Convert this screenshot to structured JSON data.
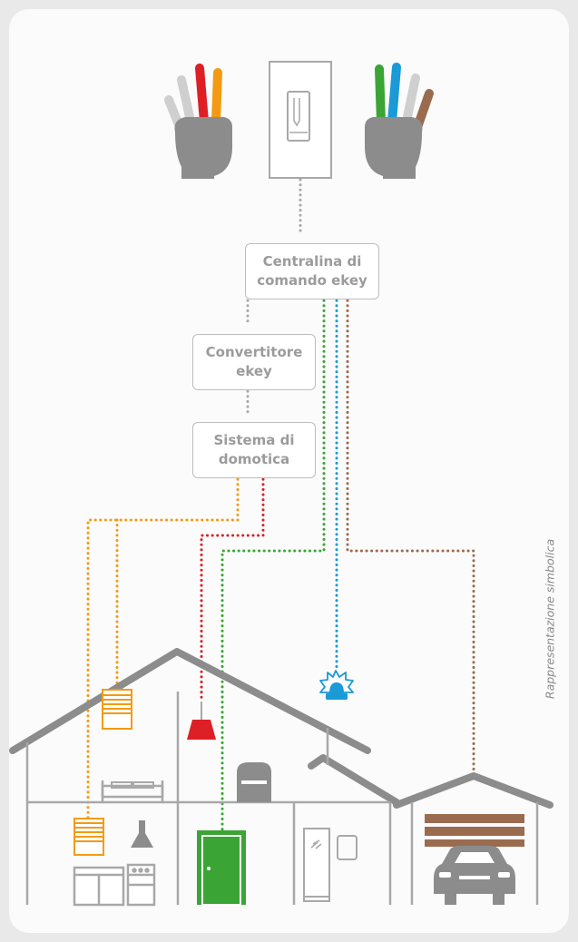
{
  "boxes": {
    "central": [
      "Centralina di",
      "comando ekey"
    ],
    "converter": [
      "Convertitore",
      "ekey"
    ],
    "domotica": [
      "Sistema di",
      "domotica"
    ]
  },
  "caption": "Rappresentazione simbolica",
  "colors": {
    "gray": "#a8a8a8",
    "dark_gray": "#8c8c8c",
    "orange": "#f39a12",
    "red": "#dd1f26",
    "green": "#3aa535",
    "blue": "#1a9ad6",
    "brown": "#9b6b4f",
    "finger_light": "#cfcfcf"
  },
  "fingers": {
    "left_hand": [
      "finger_light",
      "finger_light",
      "red",
      "orange"
    ],
    "right_hand": [
      "green",
      "blue",
      "finger_light",
      "brown"
    ]
  },
  "icons": [
    "hand-left-icon",
    "fingerprint-reader-icon",
    "hand-right-icon",
    "blind-icon",
    "lamp-icon",
    "alarm-siren-icon",
    "bed-icon",
    "armchair-icon",
    "hood-icon",
    "kitchen-icon",
    "door-icon",
    "shower-icon",
    "garage-door-icon",
    "car-icon"
  ]
}
